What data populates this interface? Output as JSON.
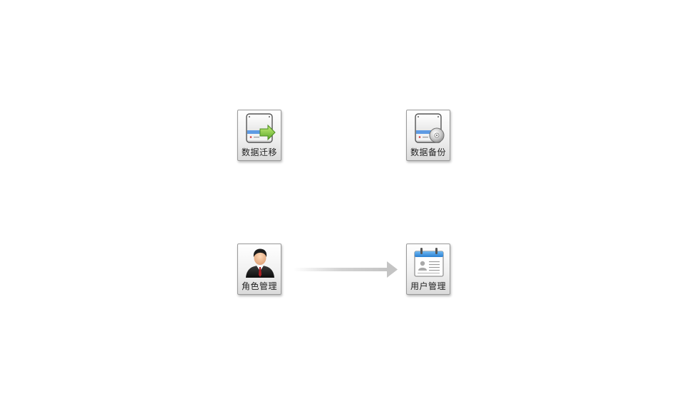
{
  "tiles": {
    "data_migration": {
      "label": "数据迁移",
      "icon": "server-arrow-icon"
    },
    "data_backup": {
      "label": "数据备份",
      "icon": "server-disc-icon"
    },
    "role_management": {
      "label": "角色管理",
      "icon": "businessman-icon"
    },
    "user_management": {
      "label": "用户管理",
      "icon": "contact-card-icon"
    }
  },
  "connector": {
    "from": "role_management",
    "to": "user_management",
    "color": "#c8c8c8"
  },
  "colors": {
    "tile_border": "#9a9a9a",
    "accent_blue": "#3a86d8",
    "accent_green": "#7cc242"
  }
}
